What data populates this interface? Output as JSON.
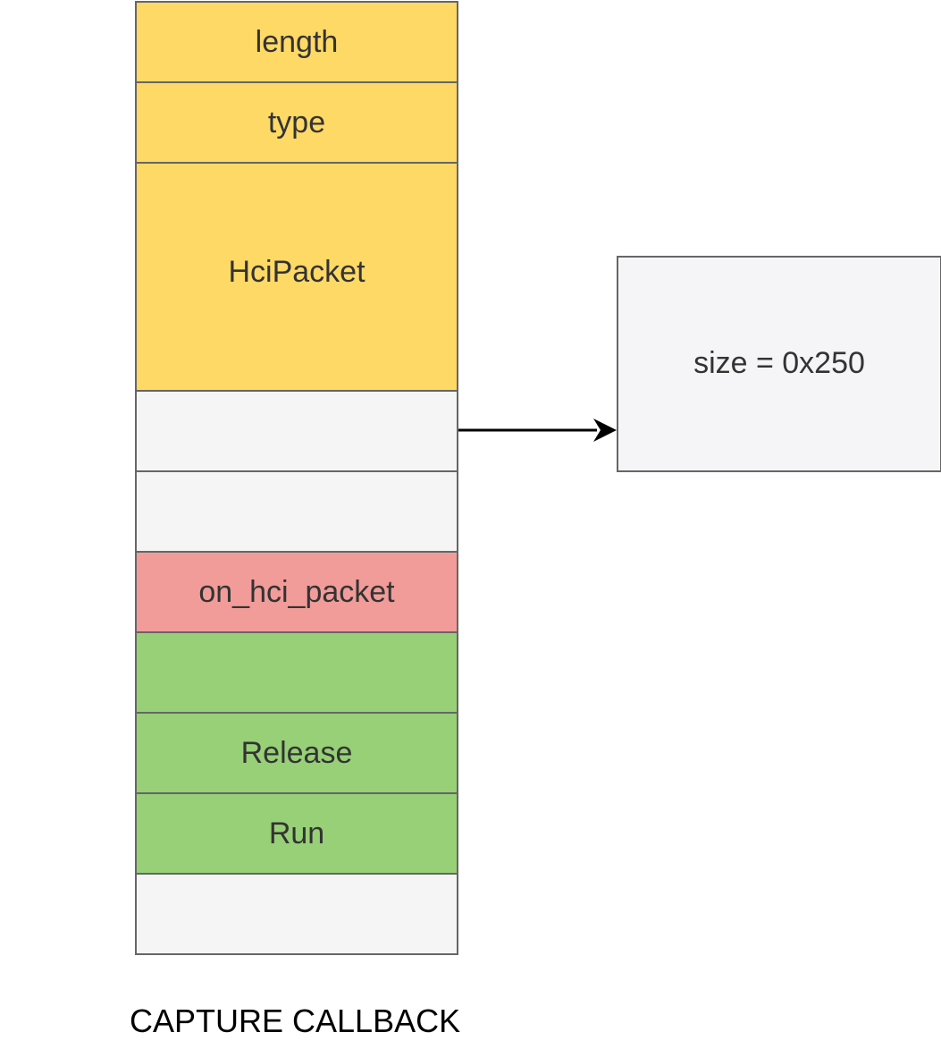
{
  "diagram": {
    "cells": [
      {
        "label": "length",
        "color": "#ffd966"
      },
      {
        "label": "type",
        "color": "#ffd966"
      },
      {
        "label": "HciPacket",
        "color": "#ffd966"
      },
      {
        "label": "",
        "color": "#f5f5f5"
      },
      {
        "label": "",
        "color": "#f5f5f5"
      },
      {
        "label": "on_hci_packet",
        "color": "#f19c99"
      },
      {
        "label": "",
        "color": "#97d077"
      },
      {
        "label": "Release",
        "color": "#97d077"
      },
      {
        "label": "Run",
        "color": "#97d077"
      },
      {
        "label": "",
        "color": "#f5f5f5"
      }
    ],
    "target_box": {
      "label": "size = 0x250",
      "color": "#f5f5f7"
    },
    "caption": "CAPTURE CALLBACK"
  }
}
